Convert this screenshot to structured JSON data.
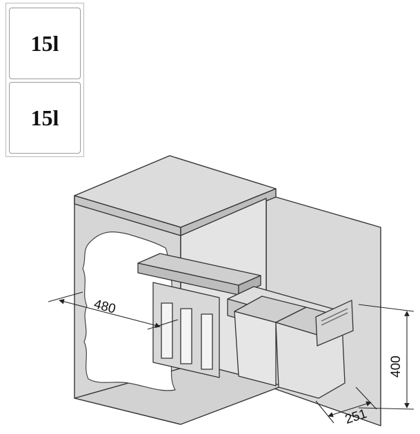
{
  "legend": {
    "bins": [
      {
        "label": "15l"
      },
      {
        "label": "15l"
      }
    ]
  },
  "dimensions": {
    "depth": "480",
    "width": "251",
    "height": "400"
  }
}
